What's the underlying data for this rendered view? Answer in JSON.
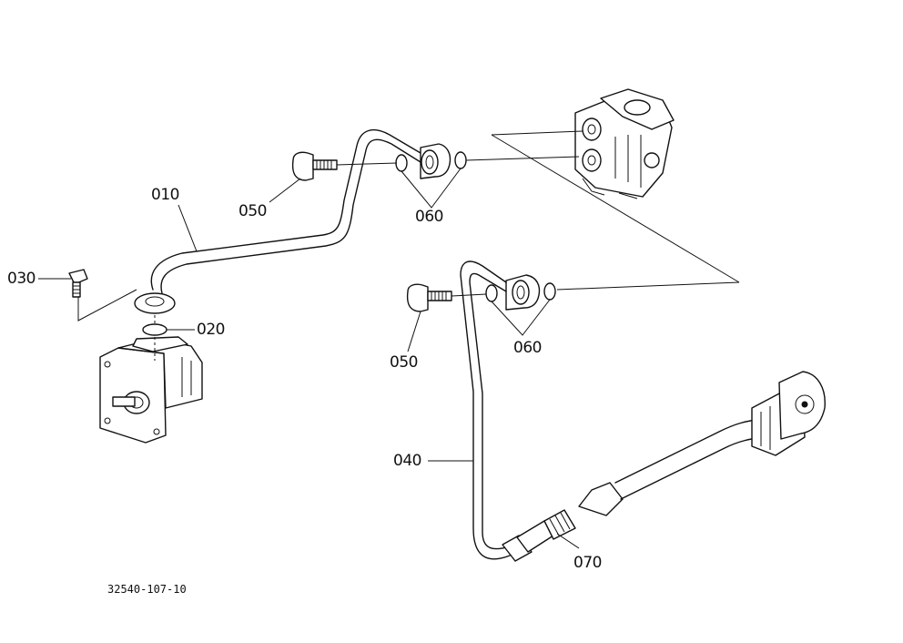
{
  "labels": {
    "p010": "010",
    "p020": "020",
    "p030": "030",
    "p040": "040",
    "p050_top": "050",
    "p050_bottom": "050",
    "p060_top": "060",
    "p060_bottom": "060",
    "p070": "070"
  },
  "reference_code": "32540-107-10"
}
